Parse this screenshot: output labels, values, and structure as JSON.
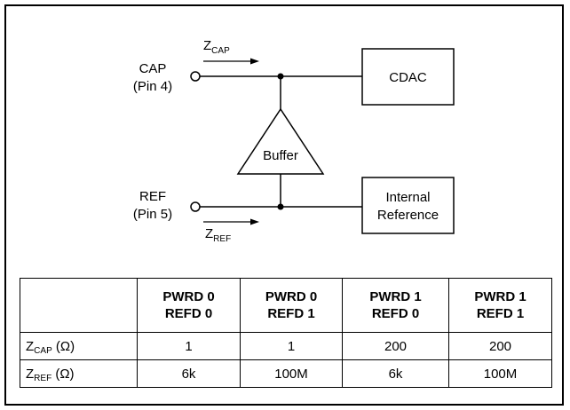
{
  "diagram": {
    "cap_pin": {
      "name": "CAP",
      "pin": "(Pin 4)"
    },
    "ref_pin": {
      "name": "REF",
      "pin": "(Pin 5)"
    },
    "z_cap": {
      "main": "Z",
      "sub": "CAP"
    },
    "z_ref": {
      "main": "Z",
      "sub": "REF"
    },
    "buffer_label": "Buffer",
    "cdac_label": "CDAC",
    "internal_reference": {
      "line1": "Internal",
      "line2": "Reference"
    }
  },
  "table": {
    "columns": [
      {
        "line1": "",
        "line2": ""
      },
      {
        "line1": "PWRD 0",
        "line2": "REFD 0"
      },
      {
        "line1": "PWRD 0",
        "line2": "REFD 1"
      },
      {
        "line1": "PWRD 1",
        "line2": "REFD 0"
      },
      {
        "line1": "PWRD 1",
        "line2": "REFD 1"
      }
    ],
    "rows": [
      {
        "label_main": "Z",
        "label_sub": "CAP",
        "label_unit": " (Ω)",
        "values": [
          "1",
          "1",
          "200",
          "200"
        ]
      },
      {
        "label_main": "Z",
        "label_sub": "REF",
        "label_unit": " (Ω)",
        "values": [
          "6k",
          "100M",
          "6k",
          "100M"
        ]
      }
    ]
  }
}
